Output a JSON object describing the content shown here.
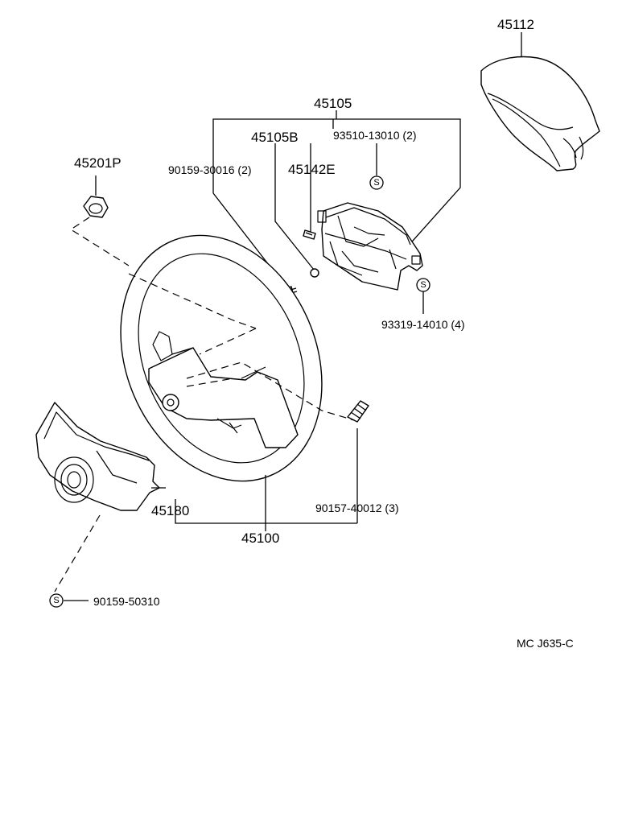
{
  "labels": {
    "p45112": "45112",
    "p45105": "45105",
    "p45105b": "45105B",
    "p93510": "93510-13010 (2)",
    "p45201p": "45201P",
    "p90159_30016": "90159-30016 (2)",
    "p45142e": "45142E",
    "p93319": "93319-14010 (4)",
    "p90157": "90157-40012 (3)",
    "p45180": "45180",
    "p45100": "45100",
    "p90159_50310": "90159-50310",
    "ref": "MC J635-C"
  },
  "symbols": {
    "s": "S"
  }
}
